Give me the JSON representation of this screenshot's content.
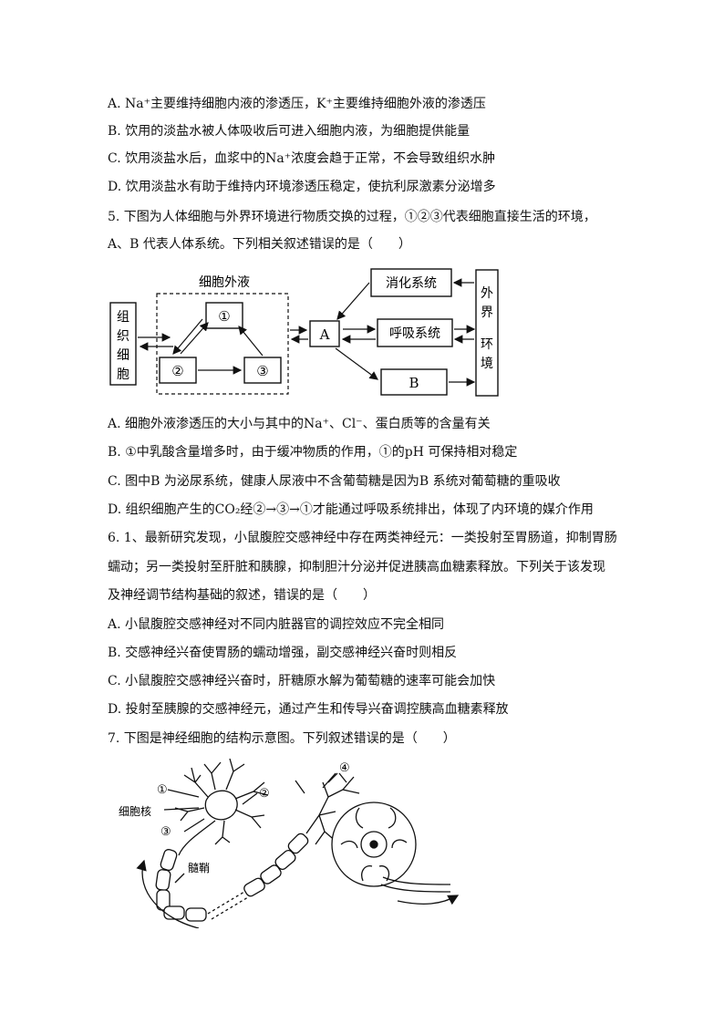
{
  "q4_options": [
    "A. Na⁺主要维持细胞内液的渗透压，K⁺主要维持细胞外液的渗透压",
    "B. 饮用的淡盐水被人体吸收后可进入细胞内液，为细胞提供能量",
    "C. 饮用淡盐水后，血浆中的Na⁺浓度会趋于正常，不会导致组织水肿",
    "D. 饮用淡盐水有助于维持内环境渗透压稳定，使抗利尿激素分泌增多"
  ],
  "q5": {
    "stem_line1": "5. 下图为人体细胞与外界环境进行物质交换的过程，①②③代表细胞直接生活的环境，",
    "stem_line2": "A、B 代表人体系统。下列相关叙述错误的是（　　）",
    "diagram": {
      "tissue_cell": [
        "组",
        "织",
        "细",
        "胞"
      ],
      "extracellular_label": "细胞外液",
      "circle1": "①",
      "circle2": "②",
      "circle3": "③",
      "box_a": "A",
      "box_b": "B",
      "digestive": "消化系统",
      "respiratory": "呼吸系统",
      "external": [
        "外",
        "界",
        "环",
        "境"
      ]
    },
    "options": [
      "A. 细胞外液渗透压的大小与其中的Na⁺、Cl⁻、蛋白质等的含量有关",
      "B. ①中乳酸含量增多时，由于缓冲物质的作用，①的pH 可保持相对稳定",
      "C. 图中B 为泌尿系统，健康人尿液中不含葡萄糖是因为B 系统对葡萄糖的重吸收",
      "D. 组织细胞产生的CO₂经②→③→①才能通过呼吸系统排出，体现了内环境的媒介作用"
    ]
  },
  "q6": {
    "stem_lines": [
      "6. 1、最新研究发现，小鼠腹腔交感神经中存在两类神经元：一类投射至胃肠道，抑制胃肠",
      "蠕动；另一类投射至肝脏和胰腺，抑制胆汁分泌并促进胰高血糖素释放。下列关于该发现",
      "及神经调节结构基础的叙述，错误的是（　　）"
    ],
    "options": [
      "A. 小鼠腹腔交感神经对不同内脏器官的调控效应不完全相同",
      "B. 交感神经兴奋使胃肠的蠕动增强，副交感神经兴奋时则相反",
      "C. 小鼠腹腔交感神经兴奋时，肝糖原水解为葡萄糖的速率可能会加快",
      "D. 投射至胰腺的交感神经元，通过产生和传导兴奋调控胰高血糖素释放"
    ]
  },
  "q7": {
    "stem": "7. 下图是神经细胞的结构示意图。下列叙述错误的是（　　）",
    "labels": {
      "one": "①",
      "two": "②",
      "three": "③",
      "four": "④",
      "nucleus": "细胞核",
      "sheath": "髓鞘"
    }
  }
}
